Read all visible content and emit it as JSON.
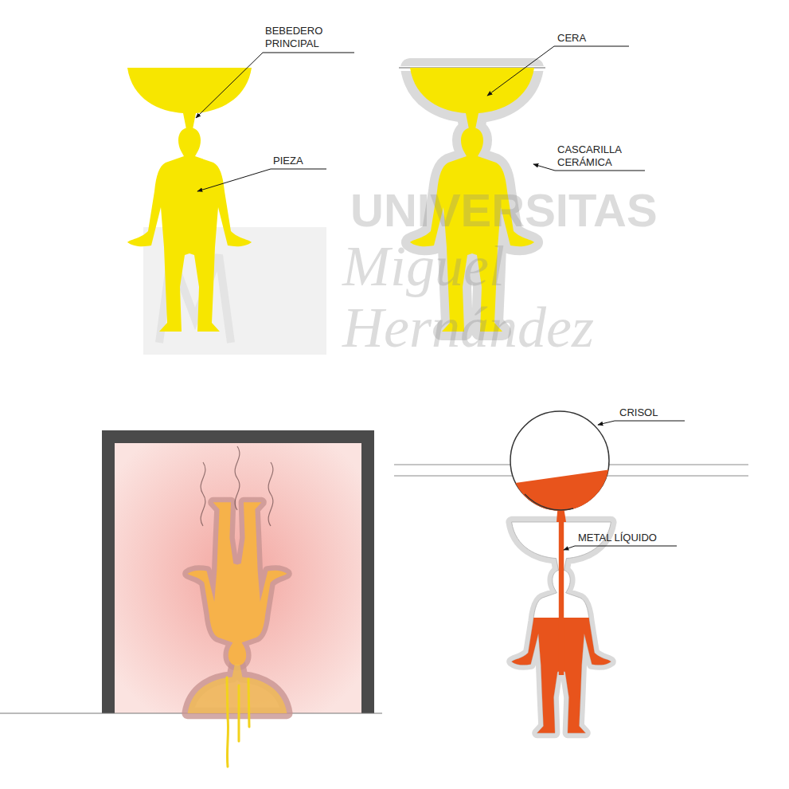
{
  "diagram": {
    "labels": [
      "BEBEDERO PRINCIPAL",
      "PIEZA",
      "CERA",
      "CASCARILLA CERÁMICA",
      "CRISOL",
      "METAL LÍQUIDO",
      "UNIVERSITAS",
      "Miguel",
      "Hernández"
    ]
  }
}
